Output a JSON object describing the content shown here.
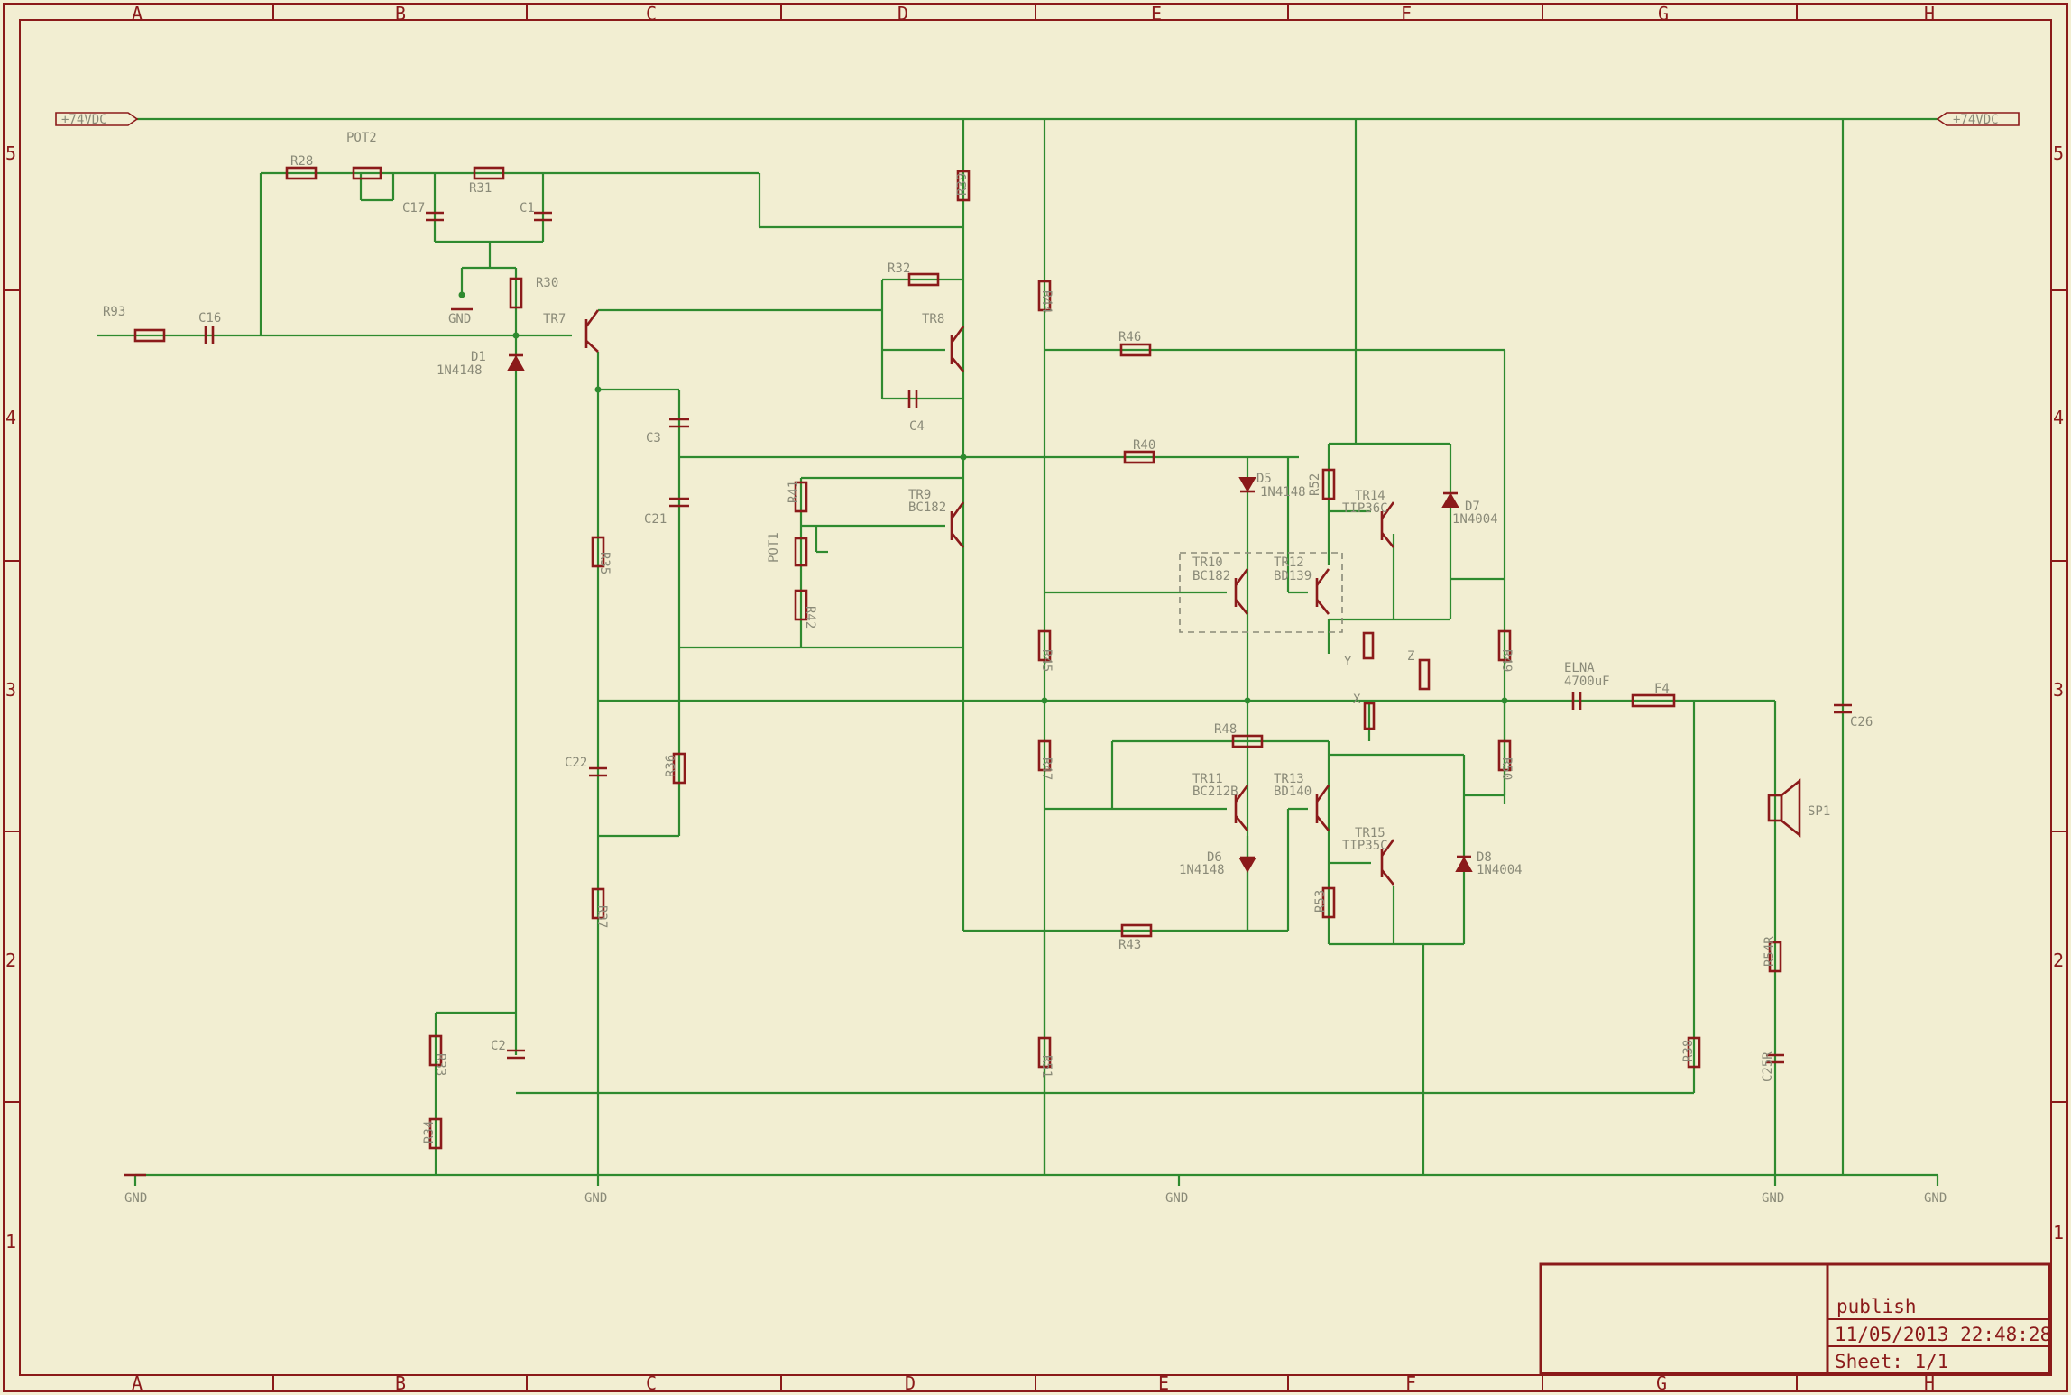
{
  "grid": {
    "columns": [
      "A",
      "B",
      "C",
      "D",
      "E",
      "F",
      "G",
      "H"
    ],
    "rows": [
      "5",
      "4",
      "3",
      "2",
      "1"
    ]
  },
  "supply": {
    "left": "+74VDC",
    "right": "+74VDC"
  },
  "ground_labels": [
    "GND",
    "GND",
    "GND",
    "GND",
    "GND",
    "GND"
  ],
  "components": {
    "R93": "R93",
    "C16": "C16",
    "R28": "R28",
    "POT2": "POT2",
    "R31": "R31",
    "C17": "C17",
    "C1": "C1",
    "R30": "R30",
    "TR7": "TR7",
    "D1": "D1",
    "D1_val": "1N4148",
    "R39": "R39",
    "R32": "R32",
    "TR8": "TR8",
    "C4": "C4",
    "C3": "C3",
    "C21": "C21",
    "R35": "R35",
    "R41": "R41",
    "POT1": "POT1",
    "R42": "R42",
    "TR9": "TR9",
    "TR9_val": "BC182",
    "R44": "R44",
    "R46": "R46",
    "R40": "R40",
    "D5": "D5",
    "D5_val": "1N4148",
    "R52": "R52",
    "TR14": "TR14",
    "TR14_val": "TIP36C",
    "D7": "D7",
    "D7_val": "1N4004",
    "TR10": "TR10",
    "TR10_val": "BC182",
    "TR12": "TR12",
    "TR12_val": "BD139",
    "R49": "R49",
    "R45": "R45",
    "ELNA": "ELNA",
    "ELNA_val": "4700uF",
    "F4": "F4",
    "C26": "C26",
    "R48": "R48",
    "R47": "R47",
    "TR11": "TR11",
    "TR11_val": "BC212B",
    "TR13": "TR13",
    "TR13_val": "BD140",
    "TR15": "TR15",
    "TR15_val": "TIP35C",
    "R50": "R50",
    "SP1": "SP1",
    "D6": "D6",
    "D6_val": "1N4148",
    "R53": "R53",
    "D8": "D8",
    "D8_val": "1N4004",
    "R43": "R43",
    "C22": "C22",
    "R36": "R36",
    "R37": "R37",
    "R54R": "R54R",
    "C2": "C2",
    "R33": "R33",
    "R34": "R34",
    "R51": "R51",
    "R38": "R38",
    "C25R": "C25R",
    "X": "X",
    "Y": "Y",
    "Z": "Z"
  },
  "title_block": {
    "name": "publish",
    "timestamp": "11/05/2013 22:48:28",
    "sheet": "Sheet: 1/1"
  }
}
